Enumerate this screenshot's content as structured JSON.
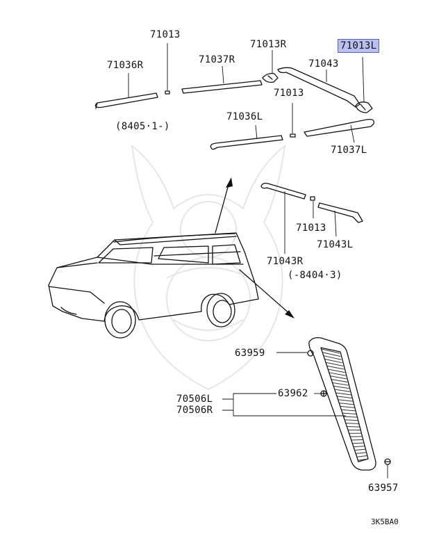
{
  "labels": {
    "p71013_top": "71013",
    "p71036R": "71036R",
    "p71037R": "71037R",
    "p71013R": "71013R",
    "p71013L": "71013L",
    "p71043": "71043",
    "p71013_mid": "71013",
    "p71036L": "71036L",
    "p71037L": "71037L",
    "serial_from": "(8405·1-)",
    "p71013_lower": "71013",
    "p71043L": "71043L",
    "p71043R": "71043R",
    "serial_to": "(-8404·3)",
    "p63959": "63959",
    "p63962": "63962",
    "p70506L": "70506L",
    "p70506R": "70506R",
    "p63957": "63957"
  },
  "diagram_code": "3K5BA0",
  "highlight_color": "#b9bff0"
}
